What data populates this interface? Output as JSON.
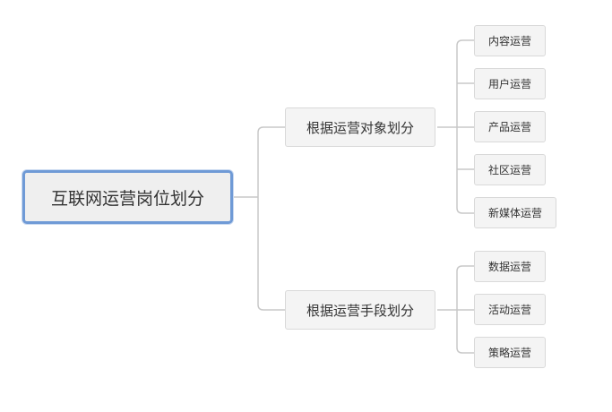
{
  "root": {
    "label": "互联网运营岗位划分"
  },
  "branches": [
    {
      "label": "根据运营对象划分",
      "children": [
        "内容运营",
        "用户运营",
        "产品运营",
        "社区运营",
        "新媒体运营"
      ]
    },
    {
      "label": "根据运营手段划分",
      "children": [
        "数据运营",
        "活动运营",
        "策略运营"
      ]
    }
  ],
  "colors": {
    "link": "#c8c8c8",
    "root_border": "#6f9ad6",
    "node_bg": "#f4f4f4",
    "node_border": "#d9d9d9"
  }
}
